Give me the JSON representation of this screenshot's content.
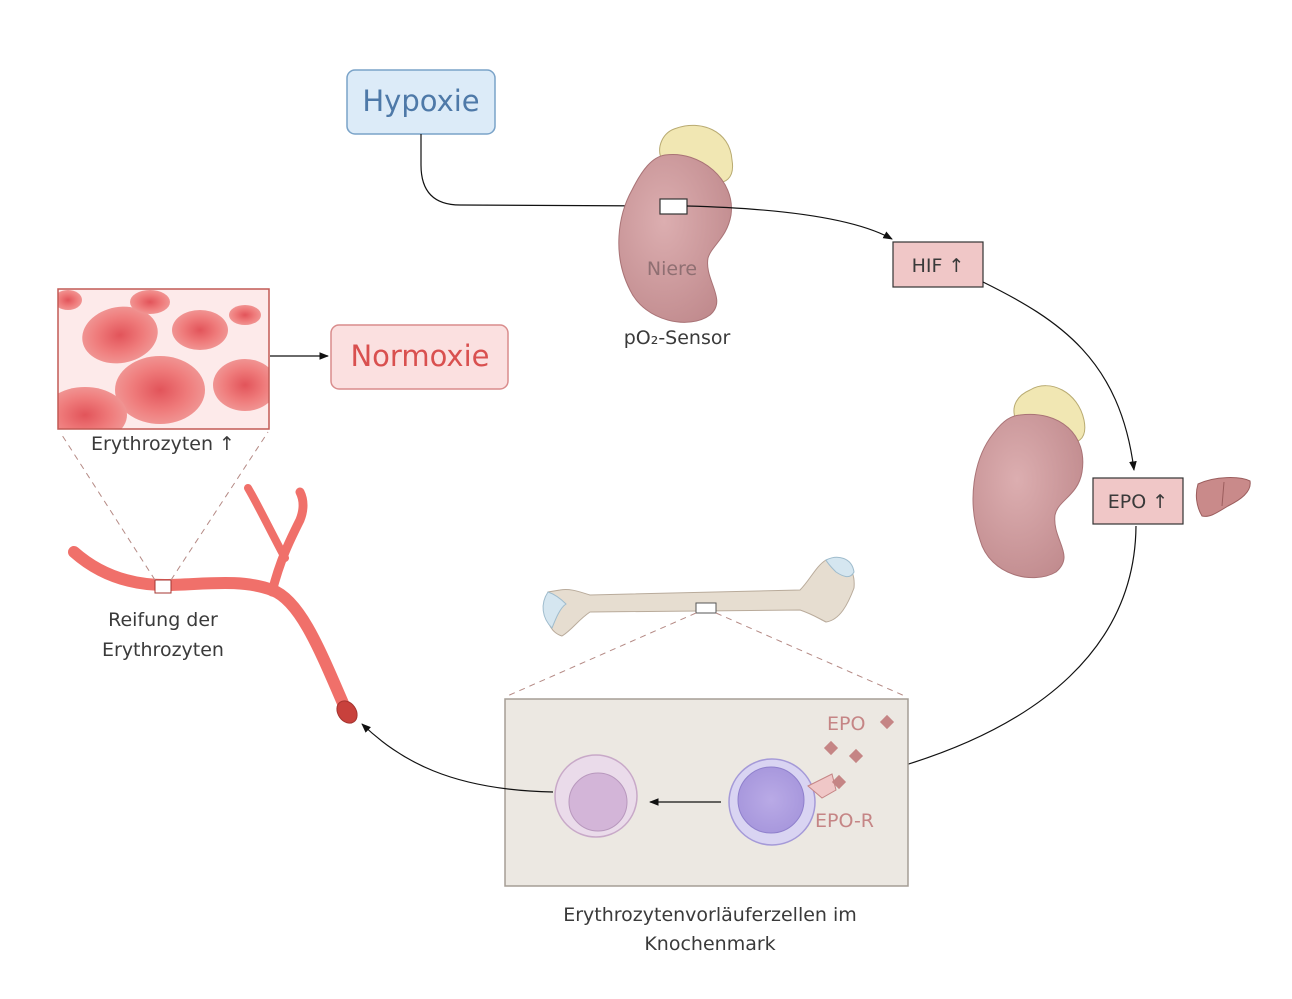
{
  "labels": {
    "hypoxie": "Hypoxie",
    "normoxie": "Normoxie",
    "niere": "Niere",
    "sensor": "pO₂-Sensor",
    "hif": "HIF ↑",
    "epo_box": "EPO ↑",
    "erythrozyten": "Erythrozyten ↑",
    "reifung_line1": "Reifung der",
    "reifung_line2": "Erythrozyten",
    "epo_small": "EPO",
    "epo_r": "EPO-R",
    "marrow_line1": "Erythrozytenvorläuferzellen im",
    "marrow_line2": "Knochenmark"
  },
  "colors": {
    "hypoxie_fill": "#dcebf8",
    "hypoxie_stroke": "#7aa3c8",
    "hypoxie_text": "#4e79a8",
    "normoxie_fill": "#fbe0e0",
    "normoxie_stroke": "#d98c8c",
    "normoxie_text": "#d9504f",
    "kidney": "#cf9a9c",
    "adrenal": "#f1e7b3",
    "box_fill": "#f0c7c7",
    "vessel": "#f0706a",
    "bone": "#e6ddd0",
    "marrow_bg": "#ece8e2",
    "epo_color": "#c58585"
  }
}
